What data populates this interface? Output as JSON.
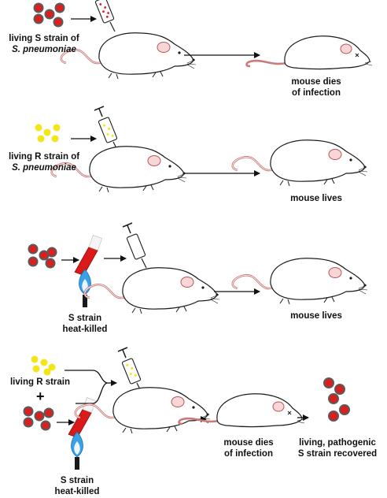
{
  "colors": {
    "s_strain": "#dd1e1e",
    "s_strain_ring": "#5a5a5a",
    "r_strain": "#f4e51b",
    "mouse_outline": "#1c1c1c",
    "mouse_tail": "#c97a7a",
    "flame_outer": "#3aa0e8",
    "flame_inner": "#e8f6ff",
    "tube": "#d81a1a"
  },
  "icons": [
    "bacteria-cluster-icon",
    "syringe-icon",
    "mouse-icon",
    "dead-mouse-icon",
    "bunsen-flame-icon",
    "test-tube-icon",
    "arrow-icon"
  ],
  "rows": [
    {
      "label_line1": "living S strain of",
      "label_line2": "S. pneumoniae",
      "result": [
        "mouse dies",
        "of infection"
      ]
    },
    {
      "label_line1": "living R strain of",
      "label_line2": "S. pneumoniae",
      "result": [
        "mouse lives"
      ]
    },
    {
      "treatment": [
        "S strain",
        "heat-killed"
      ],
      "result": [
        "mouse lives"
      ]
    },
    {
      "label_line1": "living R strain",
      "plus": "+",
      "treatment": [
        "S strain",
        "heat-killed"
      ],
      "result": [
        "mouse dies",
        "of infection"
      ],
      "recovered": [
        "living, pathogenic",
        "S strain recovered"
      ]
    }
  ]
}
